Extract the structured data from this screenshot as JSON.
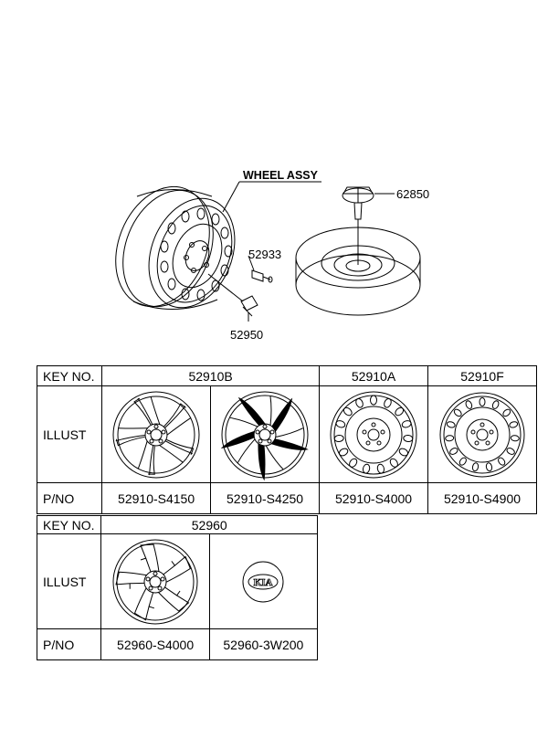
{
  "diagram": {
    "title_callout": "WHEEL ASSY",
    "callouts": {
      "cap": "62850",
      "valve": "52933",
      "nut": "52950"
    }
  },
  "table1": {
    "key_label": "KEY NO.",
    "illust_label": "ILLUST",
    "pno_label": "P/NO",
    "keys": [
      "52910B",
      "52910A",
      "52910F"
    ],
    "part_numbers": [
      "52910-S4150",
      "52910-S4250",
      "52910-S4000",
      "52910-S4900"
    ]
  },
  "table2": {
    "key_label": "KEY NO.",
    "illust_label": "ILLUST",
    "pno_label": "P/NO",
    "keys": [
      "52960"
    ],
    "part_numbers": [
      "52960-S4000",
      "52960-3W200"
    ],
    "logo_text": "KIA"
  }
}
